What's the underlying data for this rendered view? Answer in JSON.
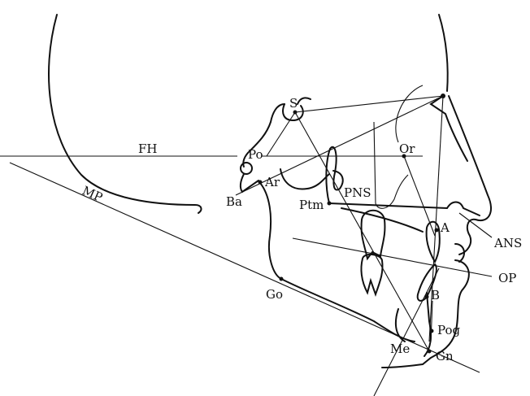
{
  "diagram": {
    "type": "cephalometric tracing",
    "labels": {
      "S": "S",
      "FH": "FH",
      "Po": "Po",
      "Or": "Or",
      "Ar": "Ar",
      "Ba": "Ba",
      "PNS": "PNS",
      "Ptm": "Ptm",
      "A": "A",
      "ANS": "ANS",
      "OP": "OP",
      "Go": "Go",
      "B": "B",
      "Pog": "Pog",
      "Me": "Me",
      "Gn": "Gn",
      "MP": "MP"
    },
    "colors": {
      "ink": "#111111",
      "background": "#ffffff"
    }
  }
}
